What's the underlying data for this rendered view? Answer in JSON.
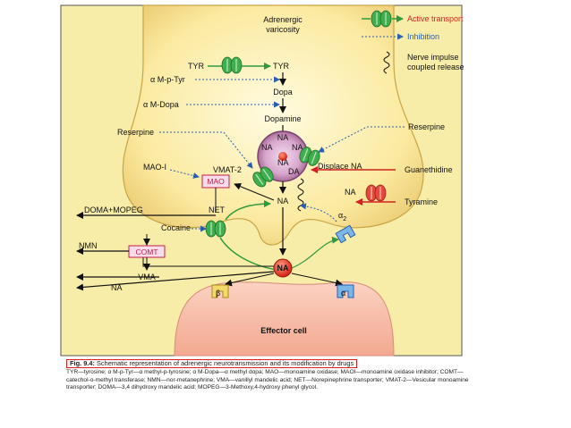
{
  "labels": {
    "varicosity": [
      "Adrenergic",
      "varicosity"
    ],
    "tyr_left": "TYR",
    "tyr_right": "TYR",
    "ampt": "α M-p-Tyr",
    "dopa": "Dopa",
    "amdopa": "α M-Dopa",
    "dopamine": "Dopamine",
    "reserpine_left": "Reserpine",
    "reserpine_right": "Reserpine",
    "na_v1": "NA",
    "na_v2": "NA",
    "na_v3": "NA",
    "na_v4": "NA",
    "da_v": "DA",
    "vmat2": "VMAT-2",
    "maoi": "MAO-I",
    "mao": "MAO",
    "displace_na": "Displace NA",
    "guanethidine": "Guanethidine",
    "na_right": "NA",
    "tyramine": "Tyramine",
    "net": "NET",
    "na_axon": "NA",
    "cocaine": "Cocaine",
    "doma_mopeg": "DOMA+MOPEG",
    "alpha2": "α",
    "alpha2_sub": "2",
    "nmn": "NMN",
    "comt": "COMT",
    "vma": "VMA",
    "na_out": "NA",
    "na_cleft": "NA",
    "beta": "β",
    "alpha": "α",
    "effector": "Effector cell"
  },
  "legend": {
    "active_transport": "Active transport",
    "inhibition": "Inhibition",
    "nerve_impulse": [
      "Nerve impulse",
      "coupled release"
    ]
  },
  "caption": {
    "title_bold": "Fig. 9.4:",
    "title_rest": " Schematic representation of adrenergic neurotransmission and its modification by drugs",
    "body": "TYR—tyrosine; α M-p-Tyr—α methyl-p-tyrosine; α M-Dopa—α methyl dopa; MAO—monoamine oxidase; MAOI—monoamine oxidase inhibitor; COMT—catechol-o-methyl transferase; NMN—nor-metanephrine; VMA—vanillyl mandelic acid; NET—Norepinephrine transporter; VMAT-2—Vesicular monoamine transporter; DOMA—3,4 dihydroxy mandelic acid; MOPEG—3-Methoxy,4-hydroxy phenyl glycol."
  },
  "colors": {
    "panel_bg": "#f8eda8",
    "varicosity_fill": "#fdf3b8",
    "vesicle_fill": "#d8a6cc",
    "transporter_green": "#2e9a3e",
    "inhibition_blue": "#2a5fb0",
    "active_red": "#d32020",
    "effector_fill": "#f4b8a8",
    "caption_border": "#e02020"
  }
}
